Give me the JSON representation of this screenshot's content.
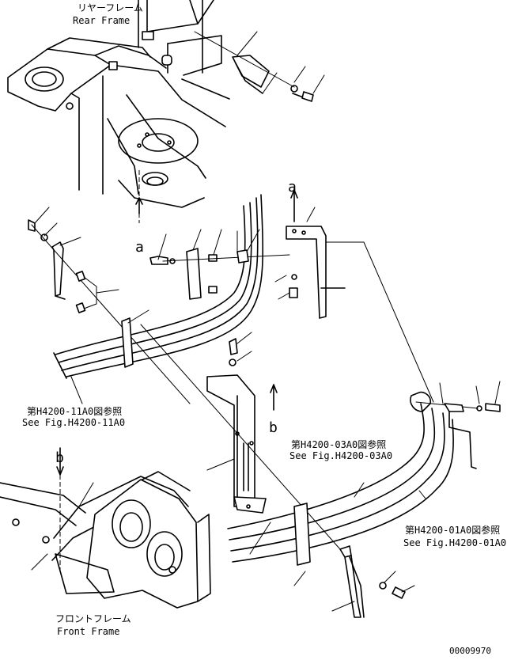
{
  "labels": {
    "rear_frame_jp": "リヤーフレーム",
    "rear_frame_en": "Rear Frame",
    "front_frame_jp": "フロントフレーム",
    "front_frame_en": "Front Frame",
    "ref_11a0_jp": "第H4200-11A0図参照",
    "ref_11a0_en": "See Fig.H4200-11A0",
    "ref_03a0_jp": "第H4200-03A0図参照",
    "ref_03a0_en": "See Fig.H4200-03A0",
    "ref_01a0_jp": "第H4200-01A0図参照",
    "ref_01a0_en": "See Fig.H4200-01A0",
    "marker_a": "a",
    "marker_b": "b",
    "drawing_number": "00009970"
  }
}
